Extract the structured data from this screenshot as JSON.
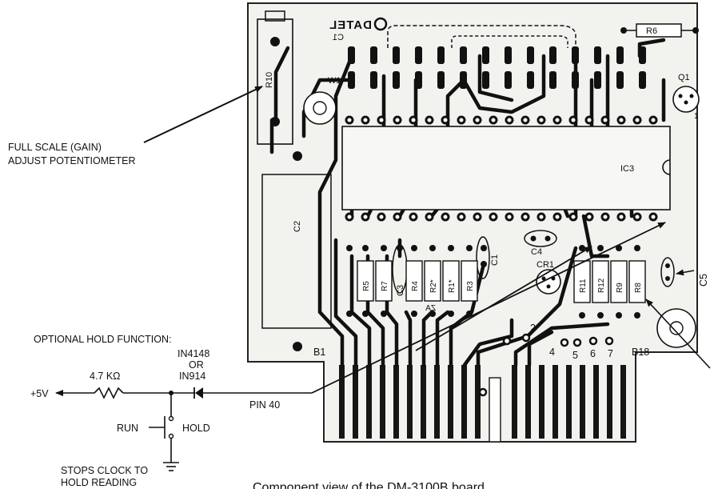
{
  "labels": {
    "pot_line1": "FULL SCALE (GAIN)",
    "pot_line2": "ADJUST POTENTIOMETER",
    "hold_title": "OPTIONAL HOLD FUNCTION:",
    "diode_line1": "IN4148",
    "diode_line2": "OR",
    "diode_line3": "IN914",
    "resistor_value": "4.7 KΩ",
    "supply": "+5V",
    "run": "RUN",
    "hold": "HOLD",
    "pin40": "PIN 40",
    "stops_line1": "STOPS CLOCK TO",
    "stops_line2": "HOLD READING",
    "caption": "Component view of the DM-3100B board"
  },
  "board": {
    "brand": "DATEL",
    "components": {
      "r10": "R10",
      "r6": "R6",
      "q1": "Q1",
      "q1_pin": "1",
      "c1_top": "C1",
      "w1": "W1",
      "ic3": "IC3",
      "c2": "C2",
      "c4": "C4",
      "c1_lower": "C1",
      "cr1": "CR1",
      "c5": "C5",
      "b1": "B1",
      "b18": "B18",
      "c3": "C3"
    },
    "resistors_left": [
      "R5",
      "R7",
      "R4",
      "R2*",
      "R1*",
      "R3"
    ],
    "resistors_right": [
      "R11",
      "R12",
      "R9",
      "R8"
    ],
    "pin_numbers": [
      "2",
      "4",
      "5",
      "6",
      "7"
    ],
    "dual_inline_label": "ZA"
  }
}
